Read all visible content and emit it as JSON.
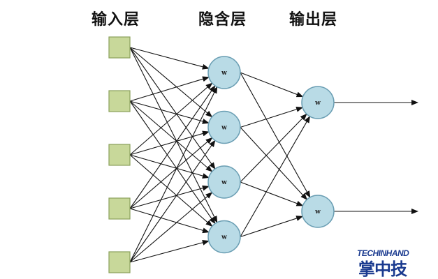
{
  "titles": {
    "input_layer": "输入层",
    "hidden_layer": "隐含层",
    "output_layer": "输出层"
  },
  "diagram": {
    "input_node_count": 5,
    "hidden_node_count": 4,
    "output_node_count": 2,
    "node_label": "w",
    "connections": "fully-connected",
    "colors": {
      "input_fill": "#c8d89a",
      "input_stroke": "#8aa05a",
      "neuron_fill": "#b9dbe6",
      "neuron_stroke": "#6a9eb3",
      "edge": "#111111"
    }
  },
  "logo": {
    "wordmark": "TECHINHAND",
    "chinese": "掌中技"
  }
}
